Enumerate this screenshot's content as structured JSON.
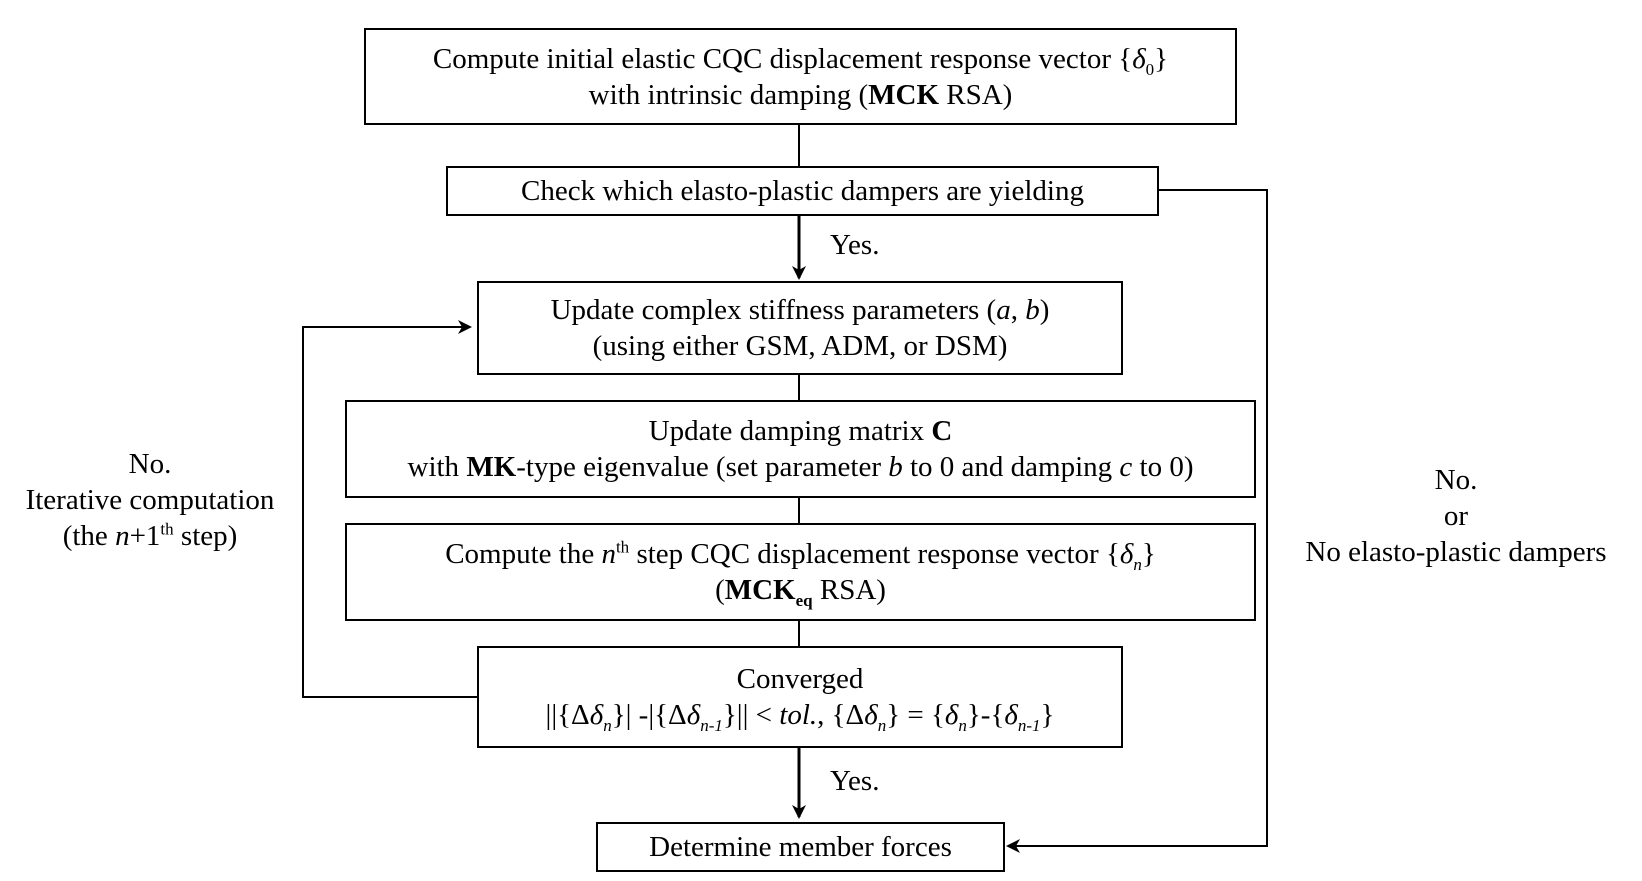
{
  "boxes": {
    "initial": {
      "line1_pre": "Compute initial elastic CQC displacement response vector {",
      "delta": "δ",
      "sub0": "0",
      "line1_post": "}",
      "line2_pre": "with intrinsic damping (",
      "line2_bold": "MCK",
      "line2_post": " RSA)"
    },
    "check": {
      "text": "Check which elasto-plastic dampers are yielding"
    },
    "update_stiffness": {
      "line1_pre": "Update complex stiffness parameters (",
      "a": "a",
      "comma": ", ",
      "b": "b",
      "line1_post": ")",
      "line2": "(using either GSM, ADM, or DSM)"
    },
    "update_damping": {
      "line1_pre": "Update damping matrix ",
      "line1_bold": "C",
      "line2_pre": "with ",
      "line2_bold": "MK",
      "line2_mid1": "-type eigenvalue (set parameter ",
      "b": "b",
      "line2_mid2": " to 0 and damping ",
      "c": "c",
      "line2_post": " to 0)"
    },
    "compute_nth": {
      "line1_pre": "Compute the ",
      "n": "n",
      "th": "th",
      "line1_mid": " step CQC displacement response vector {",
      "delta": "δ",
      "sub_n": "n",
      "line1_post": "}",
      "line2_pre": "(",
      "line2_bold": "MCK",
      "line2_sub": "eq",
      "line2_post": " RSA)"
    },
    "converged": {
      "title": "Converged",
      "f1": "||{Δ",
      "d1": "δ",
      "s1": "n",
      "f2": "}| -|{Δ",
      "d2": "δ",
      "s2": "n-1",
      "f3": "}|| < ",
      "tol": "tol.",
      "f4": ", {Δ",
      "d3": "δ",
      "s3": "n",
      "f5": "} = {",
      "d4": "δ",
      "s4": "n",
      "f6": "}-{",
      "d5": "δ",
      "s5": "n-1",
      "f7": "}"
    },
    "member_forces": {
      "text": "Determine member forces"
    }
  },
  "labels": {
    "yes1": "Yes.",
    "yes2": "Yes.",
    "iter_no": "No.",
    "iter_line2": "Iterative computation",
    "iter_line3_pre": "(the ",
    "iter_n": "n",
    "iter_plus": "+1",
    "iter_th": "th",
    "iter_line3_post": " step)",
    "right_no": "No.",
    "right_or": "or",
    "right_line3": "No elasto-plastic dampers"
  },
  "colors": {
    "stroke": "#000000",
    "background": "#ffffff"
  }
}
